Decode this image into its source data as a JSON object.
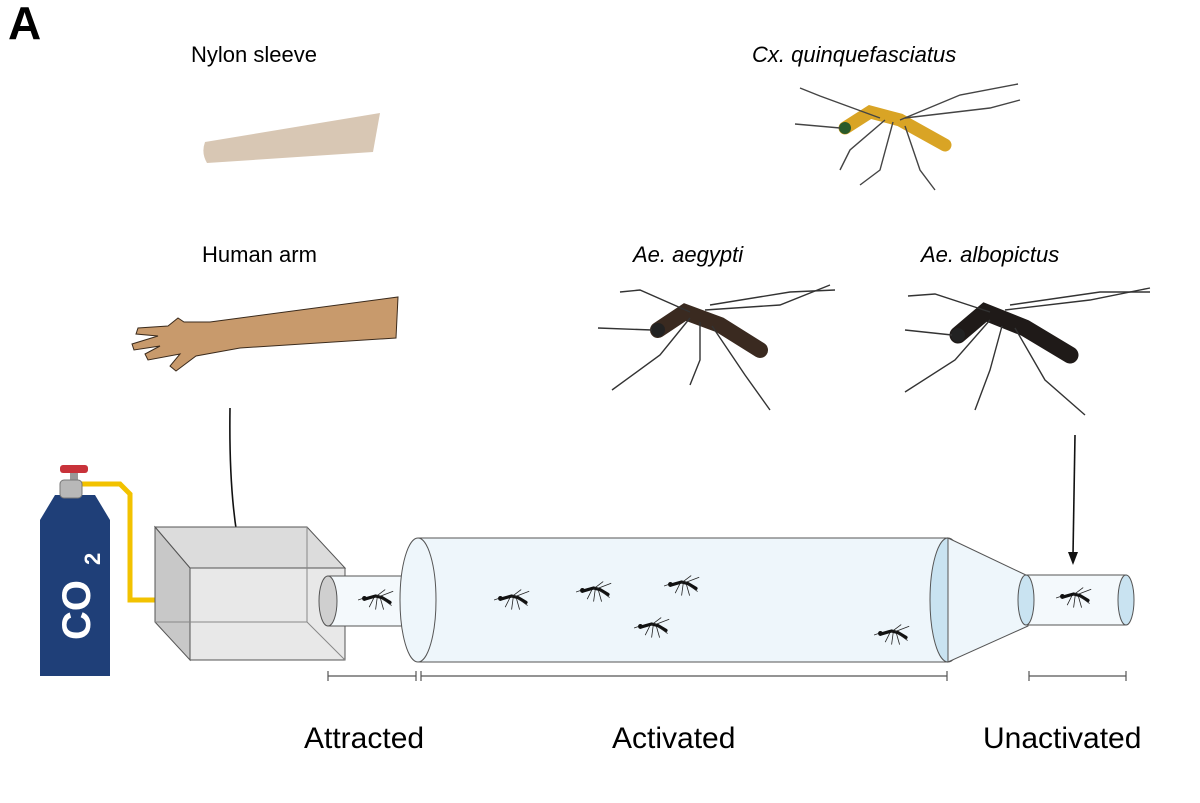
{
  "panel_label": "A",
  "labels": {
    "nylon_sleeve": "Nylon sleeve",
    "human_arm": "Human arm",
    "cx_quinquefasciatus": "Cx. quinquefasciatus",
    "ae_aegypti": "Ae. aegypti",
    "ae_albopictus": "Ae. albopictus",
    "co2_main": "CO",
    "co2_sub": "2"
  },
  "zones": {
    "attracted": "Attracted",
    "activated": "Activated",
    "unactivated": "Unactivated"
  },
  "colors": {
    "cylinder": "#1f3f78",
    "valve": "#c8323a",
    "tube": "#f2c200",
    "sleeve": "#d8c7b4",
    "arm": "#c89a6c",
    "cx_mosquito": "#d9a425",
    "aedes_mosquito": "#3a2a20",
    "tunnel_fill": "#eef6fb",
    "tunnel_end": "#c9e3f1"
  }
}
